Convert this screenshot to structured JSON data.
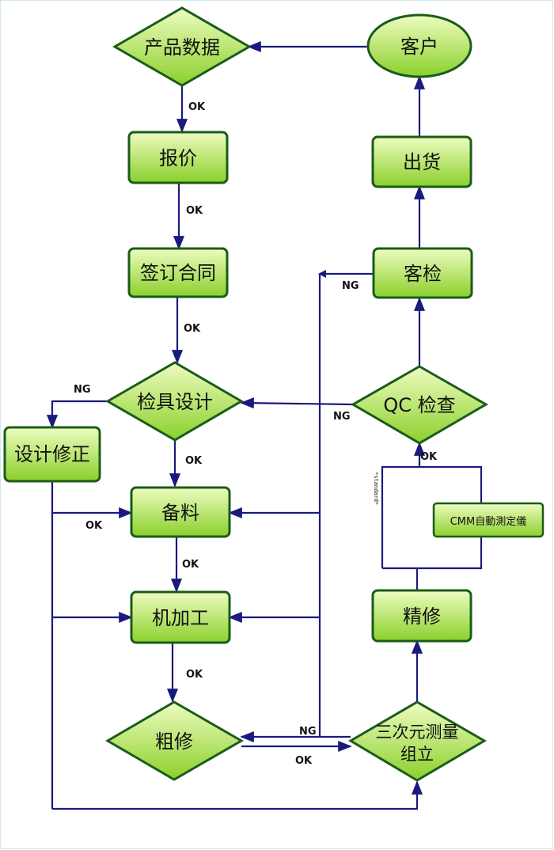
{
  "nodes": {
    "product_data": "产品数据",
    "customer": "客户",
    "quotation": "报价",
    "shipment": "出货",
    "sign_contract": "签订合同",
    "customer_inspection": "客检",
    "gauge_design": "检具设计",
    "qc_check": "QC 检查",
    "design_revision": "设计修正",
    "material_prep": "备料",
    "cmm_measure": "CMM自動測定儀",
    "machining": "机加工",
    "finishing": "精修",
    "rough_finishing": "粗修",
    "cmm_assembly_line1": "三次元测量",
    "cmm_assembly_line2": "组立"
  },
  "labels": {
    "ok": "OK",
    "ng": "NG"
  },
  "side_text": "*standard*",
  "colors": {
    "node_fill_top": "#e9fbb0",
    "node_fill_bottom": "#8fd22f",
    "node_border": "#1a5c1a",
    "arrow": "#1a1a80"
  }
}
